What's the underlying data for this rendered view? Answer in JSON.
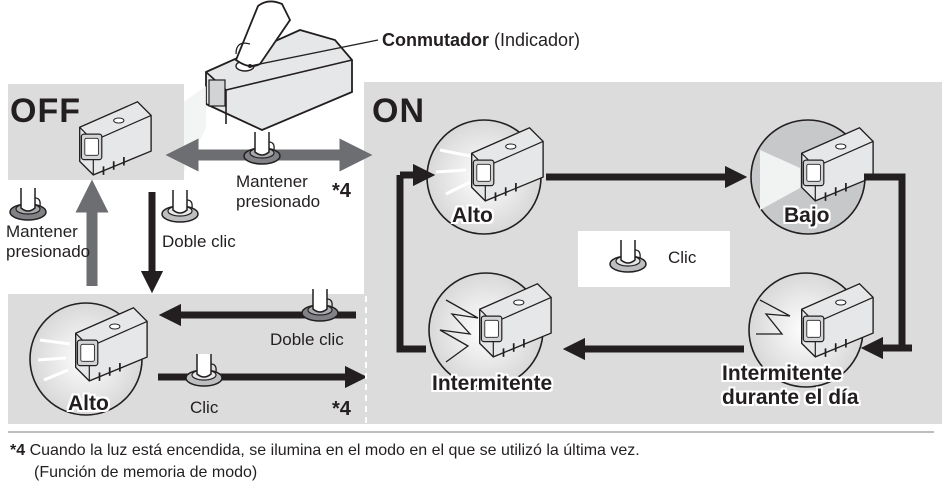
{
  "switch_callout": {
    "bold": "Conmutador",
    "rest": "(Indicador)"
  },
  "states": {
    "off": "OFF",
    "on": "ON"
  },
  "modes": {
    "alto": "Alto",
    "bajo": "Bajo",
    "intermitente": "Intermitente",
    "intermitente_dia_1": "Intermitente",
    "intermitente_dia_2": "durante el día",
    "alto_bottom": "Alto"
  },
  "actions": {
    "hold_top_1": "Mantener",
    "hold_top_2": "presionado",
    "hold_left_1": "Mantener",
    "hold_left_2": "presionado",
    "double_click_left": "Doble clic",
    "double_click_bottom": "Doble clic",
    "click_center": "Clic",
    "click_bottom": "Clic"
  },
  "footnote": {
    "ref_top": "*4",
    "ref_bottom": "*4",
    "marker": "*4",
    "line1": "Cuando la luz está encendida, se ilumina en el modo en el que se utilizó la última vez.",
    "line2": "(Función de memoria de modo)"
  }
}
